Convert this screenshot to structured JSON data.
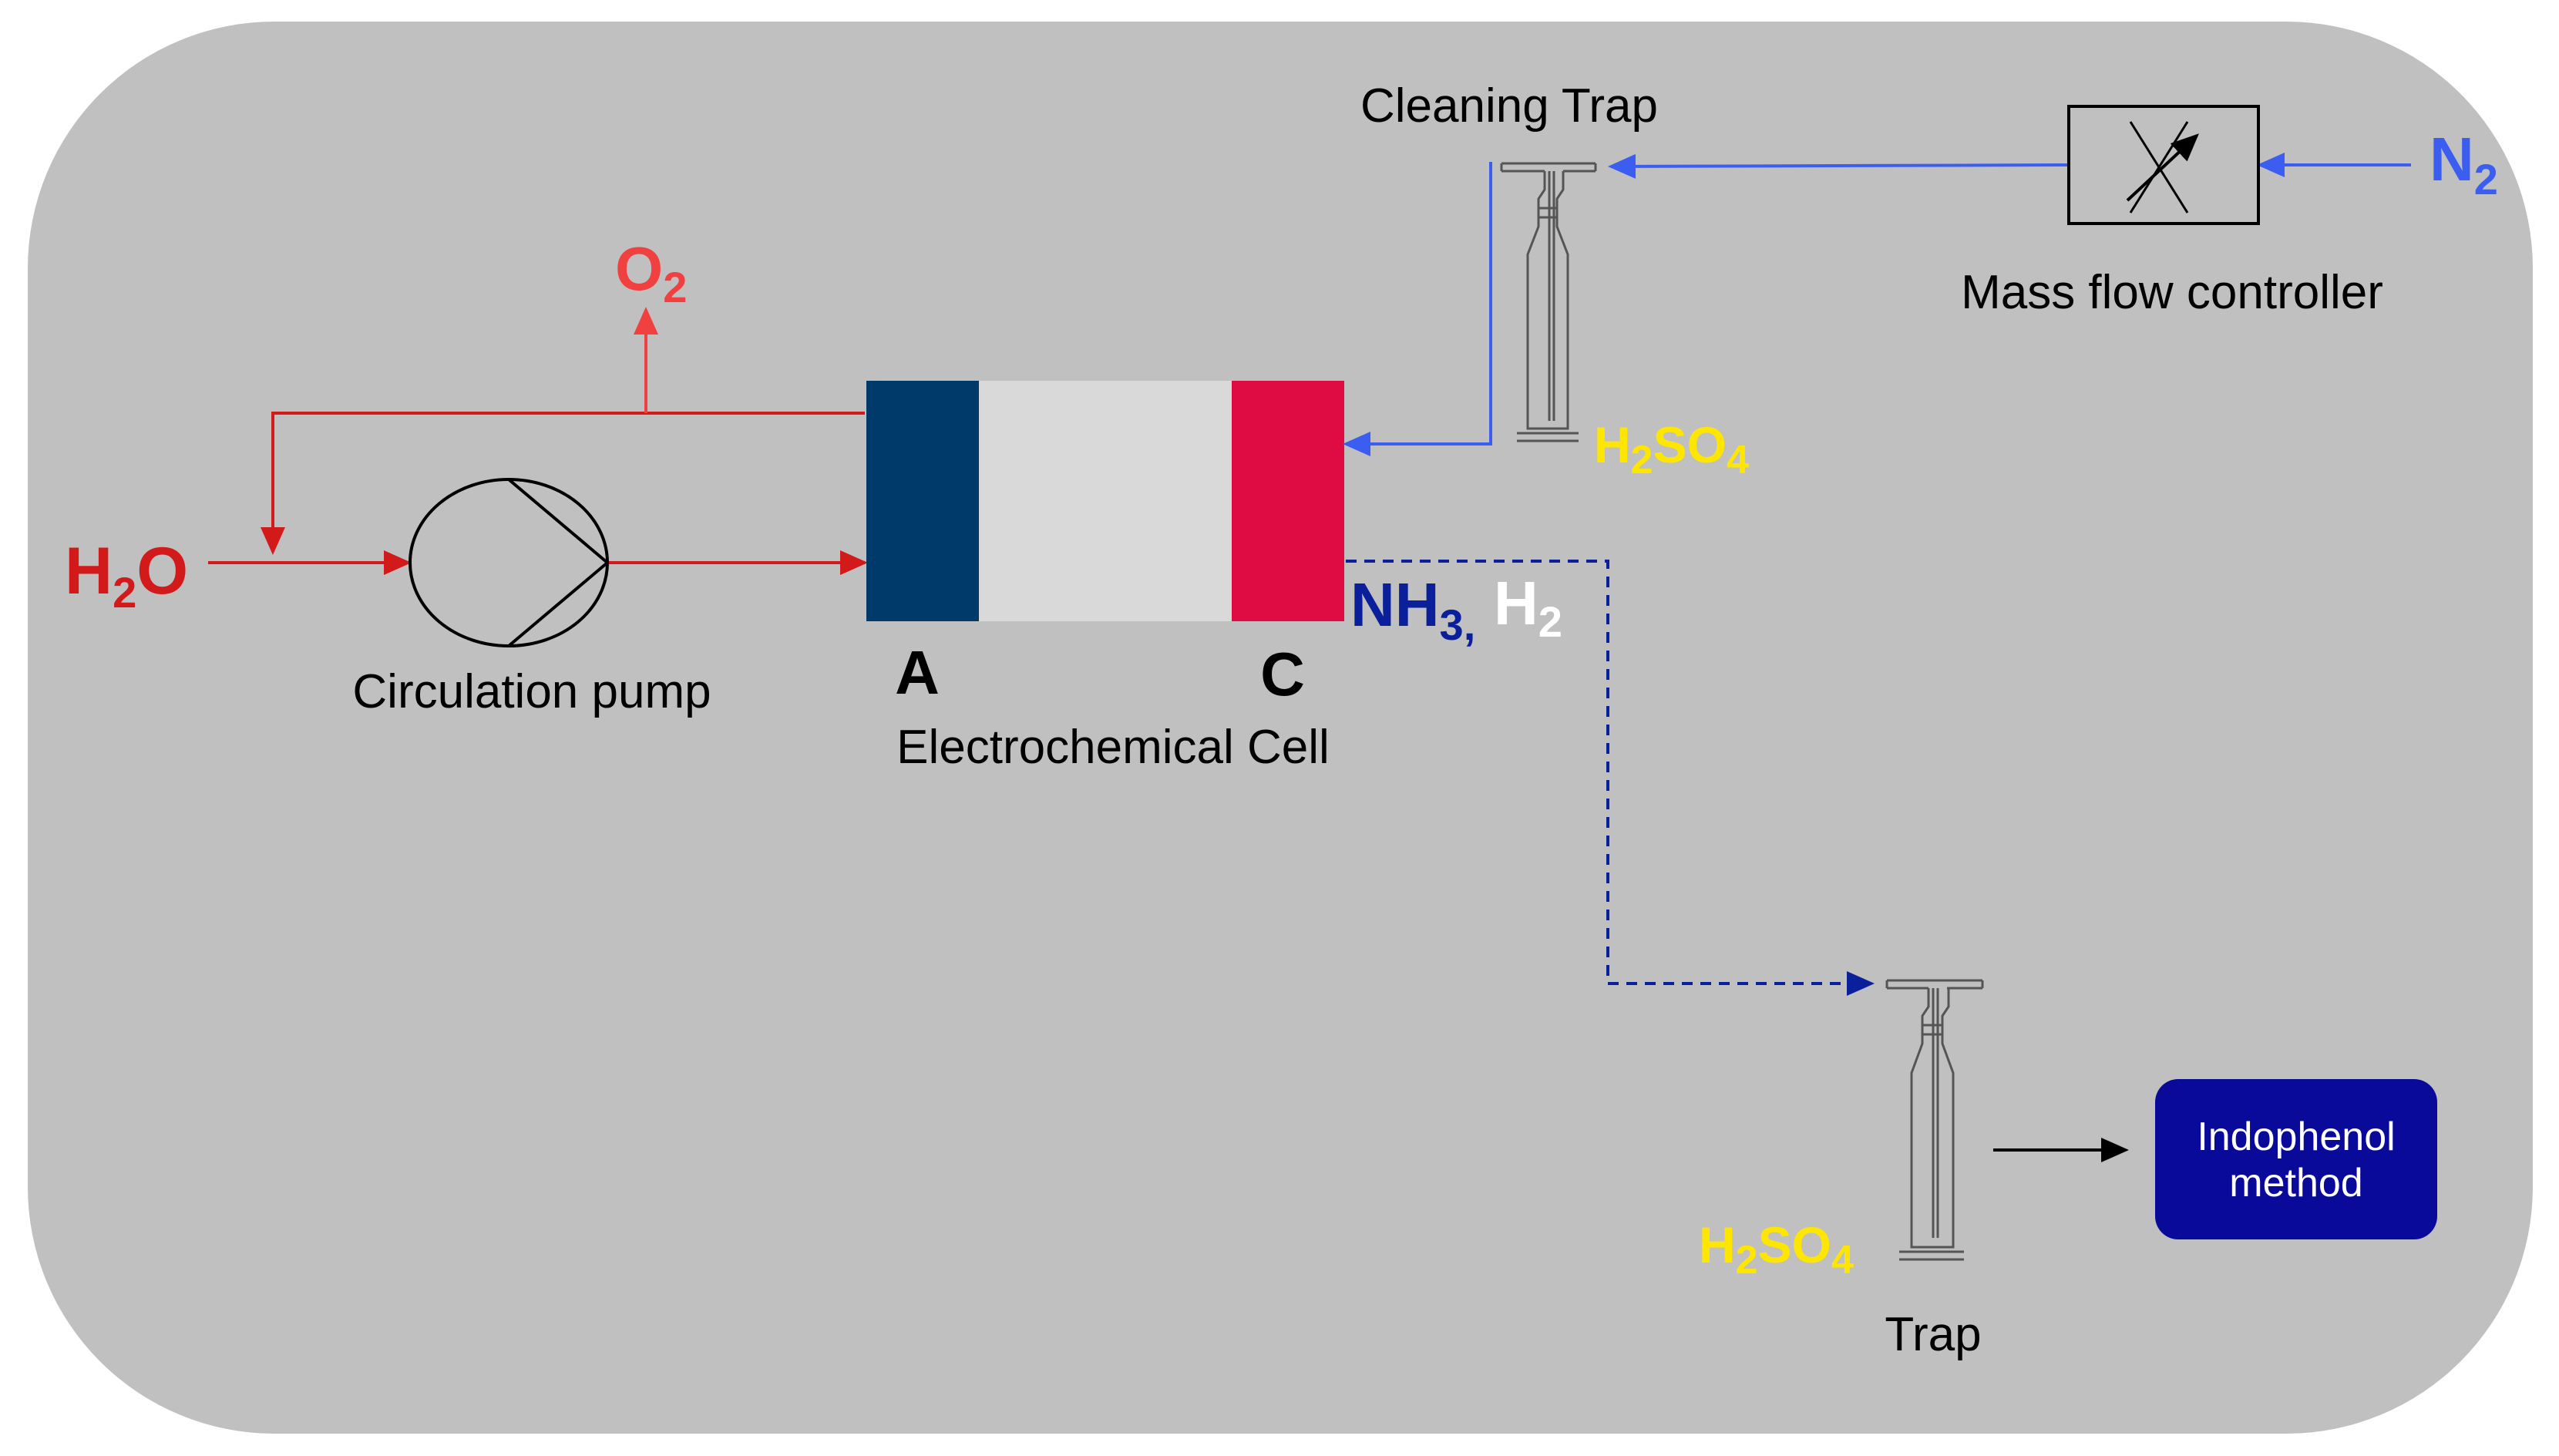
{
  "colors": {
    "background_panel": "#c0c0c0",
    "anode": "#003a6a",
    "membrane": "#d9d9d9",
    "cathode": "#df0c43",
    "water_loop": "#d21a1a",
    "oxygen": "#f04040",
    "nitrogen": "#3c5ef0",
    "product_line": "#0a1f9a",
    "product_label": "#0a1f9a",
    "hydrogen_label": "#ffffff",
    "acid_label": "#ffe600",
    "indophenol_box": "#0a0a9a"
  },
  "labels": {
    "cleaning_trap": "Cleaning Trap",
    "mass_flow_controller": "Mass flow controller",
    "circulation_pump": "Circulation pump",
    "electrochemical_cell": "Electrochemical Cell",
    "anode_letter": "A",
    "cathode_letter": "C",
    "trap": "Trap",
    "indophenol_line1": "Indophenol",
    "indophenol_line2": "method"
  },
  "species": {
    "water": {
      "main": "H",
      "sub": "2",
      "tail": "O"
    },
    "oxygen": {
      "main": "O",
      "sub": "2"
    },
    "nitrogen": {
      "main": "N",
      "sub": "2"
    },
    "ammonia": {
      "main": "NH",
      "sub": "3,"
    },
    "hydrogen": {
      "main": "H",
      "sub": "2"
    },
    "acid_top": {
      "a": "H",
      "s1": "2",
      "b": "SO",
      "s2": "4"
    },
    "acid_bottom": {
      "a": "H",
      "s1": "2",
      "b": "SO",
      "s2": "4"
    }
  }
}
